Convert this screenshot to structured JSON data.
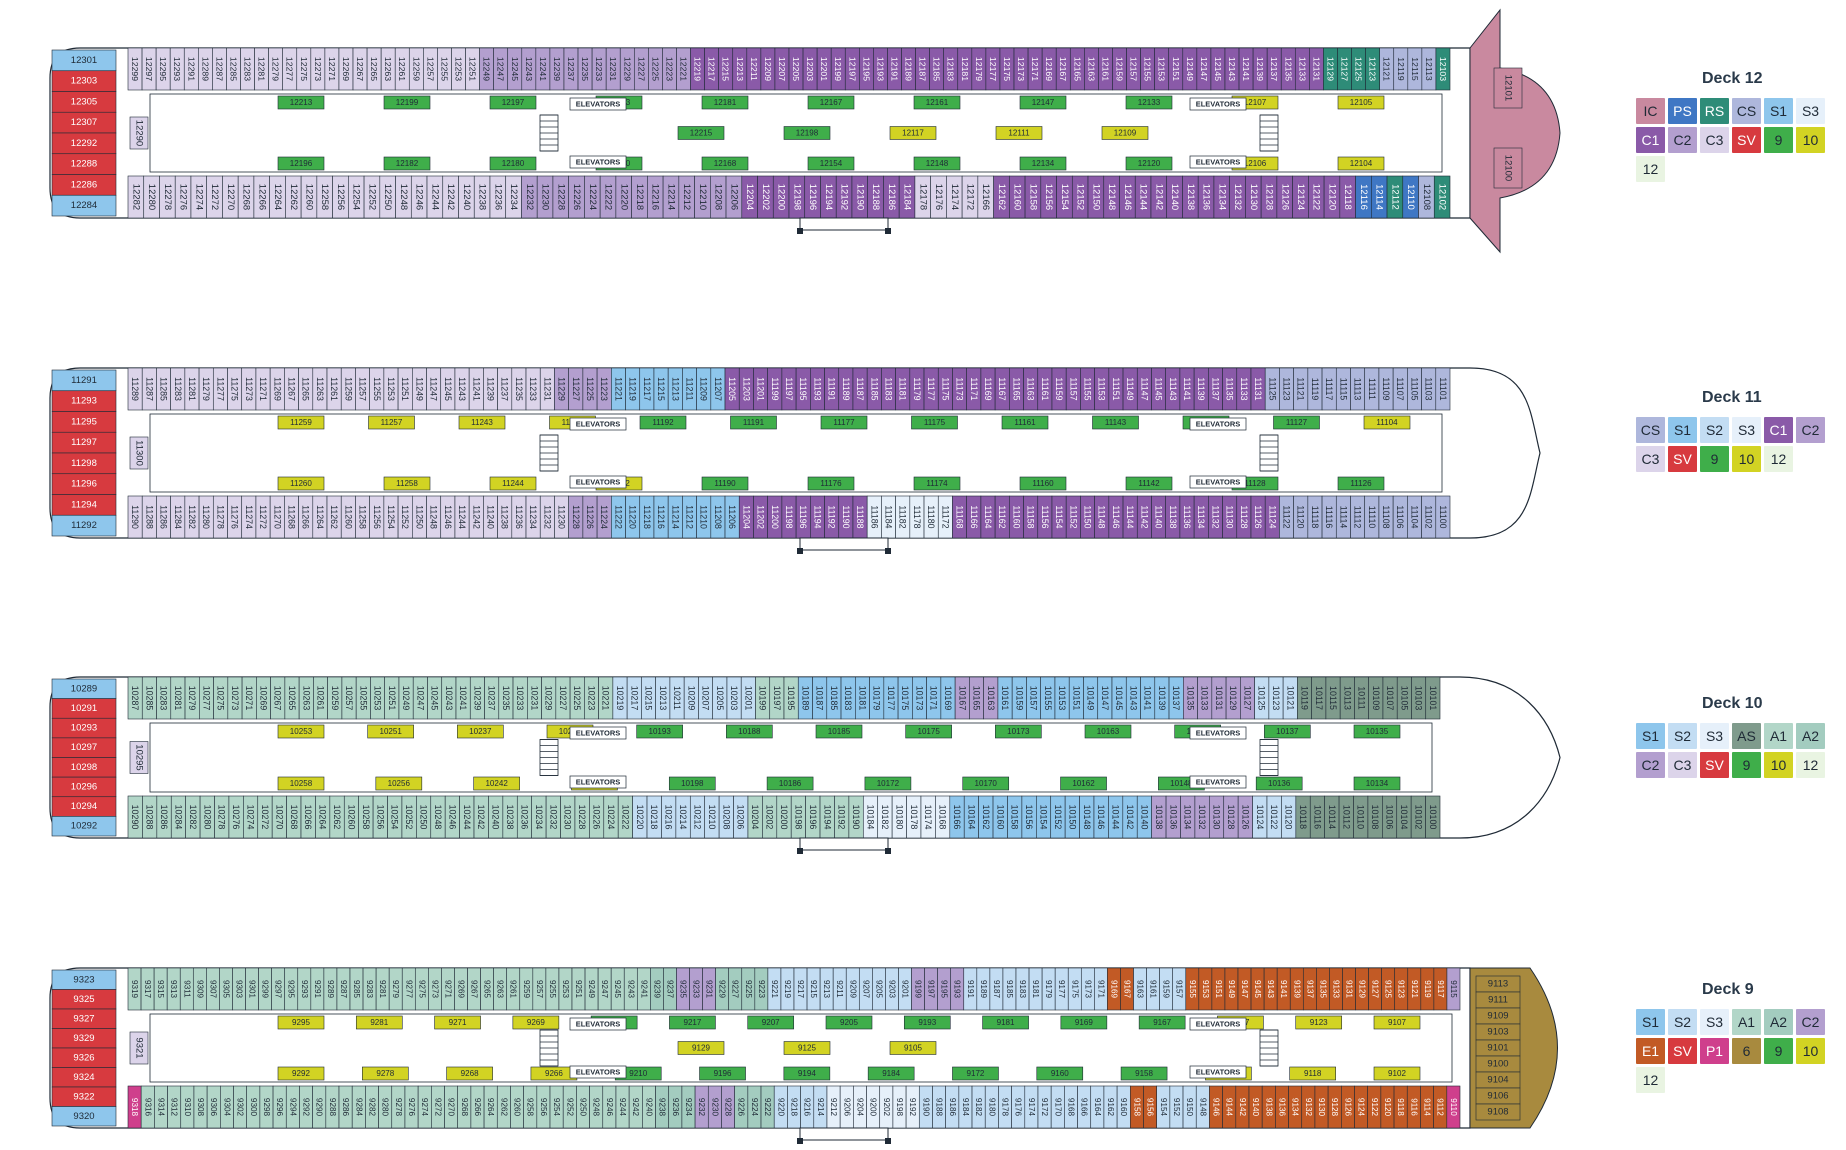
{
  "palette": {
    "IC": "#c9899f",
    "PS": "#3f77c4",
    "RS": "#2e8c78",
    "CS": "#aeb7dc",
    "S1": "#8ec6ec",
    "S2": "#c3ddf3",
    "S3": "#e6f0fa",
    "AS": "#7f9b8c",
    "A1": "#b2d6c8",
    "A2": "#a3ccbf",
    "C1": "#8a5aa8",
    "C2": "#b39fcf",
    "C3": "#dcd4ea",
    "SV": "#d73a3f",
    "P1": "#cf3f8c",
    "E1": "#c25a25",
    "6": "#a88a3e",
    "9": "#3fae4a",
    "10": "#d2d323",
    "12": "#e9f4e2",
    "ink": "#1f2a36",
    "hull": "#ffffff",
    "corridor": "#ffffff"
  },
  "labels": {
    "elevators": "ELEVATORS"
  },
  "decks": [
    {
      "id": "deck12",
      "title": "Deck 12",
      "legend": [
        "IC",
        "PS",
        "RS",
        "CS",
        "S1",
        "S3",
        "C1",
        "C2",
        "C3",
        "SV",
        "9",
        "10",
        "12"
      ],
      "stern": [
        {
          "cat": "S1",
          "label": "12301"
        },
        {
          "cat": "SV",
          "label": "12303"
        },
        {
          "cat": "SV",
          "label": "12305"
        },
        {
          "cat": "SV",
          "label": "12307"
        },
        {
          "cat": "SV",
          "label": "12292"
        },
        {
          "cat": "SV",
          "label": "12288"
        },
        {
          "cat": "SV",
          "label": "12286"
        },
        {
          "cat": "S1",
          "label": "12284"
        }
      ],
      "inner_side_cabin": "12290",
      "top_segments": [
        {
          "cat": "C3",
          "from": 12299,
          "to": 12251,
          "step": 2
        },
        {
          "cat": "C2",
          "from": 12249,
          "to": 12221,
          "step": 2
        },
        {
          "cat": "C1",
          "from": 12219,
          "to": 12131,
          "step": 2
        },
        {
          "cat": "RS",
          "labels": [
            "12129",
            "12127",
            "12125",
            "12123"
          ]
        },
        {
          "cat": "CS",
          "labels": [
            "12121",
            "12119",
            "12115",
            "12113"
          ]
        },
        {
          "cat": "RS",
          "labels": [
            "12103"
          ]
        }
      ],
      "bottom_segments": [
        {
          "cat": "C3",
          "from": 12282,
          "to": 12234,
          "step": 2
        },
        {
          "cat": "C2",
          "from": 12232,
          "to": 12206,
          "step": 2
        },
        {
          "cat": "C1",
          "from": 12204,
          "to": 12184,
          "step": 2
        },
        {
          "cat": "C3",
          "labels": [
            "12178",
            "12176",
            "12174",
            "12172",
            "12166"
          ]
        },
        {
          "cat": "C1",
          "from": 12162,
          "to": 12118,
          "step": 2
        },
        {
          "cat": "PS",
          "labels": [
            "12116",
            "12114"
          ]
        },
        {
          "cat": "RS",
          "labels": [
            "12112"
          ]
        },
        {
          "cat": "PS",
          "labels": [
            "12110"
          ]
        },
        {
          "cat": "CS",
          "labels": [
            "12108"
          ]
        },
        {
          "cat": "RS",
          "labels": [
            "12102"
          ]
        }
      ],
      "inner_upper": [
        {
          "cat": "9",
          "labels": [
            "12213",
            "12199",
            "12197",
            "12183",
            "12181",
            "12167",
            "12161",
            "12147",
            "12133"
          ]
        },
        {
          "cat": "10",
          "labels": [
            "12107",
            "12105"
          ]
        }
      ],
      "inner_mid": [
        {
          "cat": "9",
          "labels": [
            "12215",
            "12198"
          ]
        },
        {
          "cat": "10",
          "labels": [
            "12117",
            "12111",
            "12109"
          ]
        }
      ],
      "inner_lower": [
        {
          "cat": "9",
          "labels": [
            "12196",
            "12182",
            "12180",
            "12170",
            "12168",
            "12154",
            "12148",
            "12134",
            "12120"
          ]
        },
        {
          "cat": "10",
          "labels": [
            "12106",
            "12104"
          ]
        }
      ],
      "bow_cabins": [
        "12101",
        "12100"
      ]
    },
    {
      "id": "deck11",
      "title": "Deck 11",
      "legend": [
        "CS",
        "S1",
        "S2",
        "S3",
        "C1",
        "C2",
        "C3",
        "SV",
        "9",
        "10",
        "12"
      ],
      "stern": [
        {
          "cat": "S1",
          "label": "11291"
        },
        {
          "cat": "SV",
          "label": "11293"
        },
        {
          "cat": "SV",
          "label": "11295"
        },
        {
          "cat": "SV",
          "label": "11297"
        },
        {
          "cat": "SV",
          "label": "11298"
        },
        {
          "cat": "SV",
          "label": "11296"
        },
        {
          "cat": "SV",
          "label": "11294"
        },
        {
          "cat": "S1",
          "label": "11292"
        }
      ],
      "inner_side_cabin": "11300",
      "top_segments": [
        {
          "cat": "C3",
          "from": 11289,
          "to": 11231,
          "step": 2
        },
        {
          "cat": "C2",
          "from": 11229,
          "to": 11223,
          "step": 2
        },
        {
          "cat": "S1",
          "from": 11221,
          "to": 11207,
          "step": 2
        },
        {
          "cat": "C1",
          "from": 11205,
          "to": 11131,
          "step": 2
        },
        {
          "cat": "CS",
          "from": 11125,
          "to": 11101,
          "step": 2
        }
      ],
      "bottom_segments": [
        {
          "cat": "C3",
          "from": 11290,
          "to": 11230,
          "step": 2
        },
        {
          "cat": "C2",
          "from": 11228,
          "to": 11224,
          "step": 2
        },
        {
          "cat": "S1",
          "from": 11222,
          "to": 11206,
          "step": 2
        },
        {
          "cat": "C1",
          "from": 11204,
          "to": 11188,
          "step": 2
        },
        {
          "cat": "S3",
          "labels": [
            "11186",
            "11184",
            "11182",
            "11178",
            "11180",
            "11172"
          ]
        },
        {
          "cat": "C1",
          "from": 11168,
          "to": 11124,
          "step": 2
        },
        {
          "cat": "CS",
          "from": 11122,
          "to": 11100,
          "step": 2
        }
      ],
      "inner_upper": [
        {
          "cat": "10",
          "labels": [
            "11259",
            "11257",
            "11243",
            "11241"
          ]
        },
        {
          "cat": "9",
          "labels": [
            "11192",
            "11191",
            "11177",
            "11175",
            "11161",
            "11143",
            "11129",
            "11127"
          ]
        },
        {
          "cat": "10",
          "labels": [
            "11104"
          ]
        }
      ],
      "inner_lower": [
        {
          "cat": "10",
          "labels": [
            "11260",
            "11258",
            "11244",
            "11242"
          ]
        },
        {
          "cat": "9",
          "labels": [
            "11190",
            "11176",
            "11174",
            "11160",
            "11142",
            "11128",
            "11126"
          ]
        }
      ]
    },
    {
      "id": "deck10",
      "title": "Deck 10",
      "legend": [
        "S1",
        "S2",
        "S3",
        "AS",
        "A1",
        "A2",
        "C2",
        "C3",
        "SV",
        "9",
        "10",
        "12"
      ],
      "stern": [
        {
          "cat": "S1",
          "label": "10289"
        },
        {
          "cat": "SV",
          "label": "10291"
        },
        {
          "cat": "SV",
          "label": "10293"
        },
        {
          "cat": "SV",
          "label": "10297"
        },
        {
          "cat": "SV",
          "label": "10298"
        },
        {
          "cat": "SV",
          "label": "10296"
        },
        {
          "cat": "SV",
          "label": "10294"
        },
        {
          "cat": "S1",
          "label": "10292"
        }
      ],
      "inner_side_cabin": "10295",
      "top_segments": [
        {
          "cat": "A1",
          "from": 10287,
          "to": 10221,
          "step": 2
        },
        {
          "cat": "S2",
          "from": 10219,
          "to": 10201,
          "step": 2
        },
        {
          "cat": "A1",
          "labels": [
            "10199",
            "10197",
            "10195"
          ]
        },
        {
          "cat": "S1",
          "from": 10189,
          "to": 10169,
          "step": 2
        },
        {
          "cat": "C2",
          "labels": [
            "10167",
            "10165",
            "10163"
          ]
        },
        {
          "cat": "S1",
          "from": 10161,
          "to": 10137,
          "step": 2
        },
        {
          "cat": "C2",
          "labels": [
            "10135",
            "10133",
            "10131",
            "10129",
            "10127"
          ]
        },
        {
          "cat": "S2",
          "labels": [
            "10125",
            "10123",
            "10121"
          ]
        },
        {
          "cat": "AS",
          "from": 10119,
          "to": 10101,
          "step": 2
        }
      ],
      "bottom_segments": [
        {
          "cat": "A1",
          "from": 10290,
          "to": 10222,
          "step": 2
        },
        {
          "cat": "S2",
          "from": 10220,
          "to": 10206,
          "step": 2
        },
        {
          "cat": "A1",
          "from": 10204,
          "to": 10190,
          "step": 2
        },
        {
          "cat": "S3",
          "labels": [
            "10184",
            "10182",
            "10180",
            "10178",
            "10174",
            "10168"
          ]
        },
        {
          "cat": "S1",
          "from": 10166,
          "to": 10140,
          "step": 2
        },
        {
          "cat": "C2",
          "labels": [
            "10138",
            "10136",
            "10134",
            "10132",
            "10130",
            "10128",
            "10126"
          ]
        },
        {
          "cat": "S2",
          "labels": [
            "10124",
            "10122",
            "10120"
          ]
        },
        {
          "cat": "AS",
          "from": 10118,
          "to": 10100,
          "step": 2
        }
      ],
      "inner_upper": [
        {
          "cat": "10",
          "labels": [
            "10253",
            "10251",
            "10237",
            "10235"
          ]
        },
        {
          "cat": "9",
          "labels": [
            "10193",
            "10188",
            "10185",
            "10175",
            "10173",
            "10163",
            "10149",
            "10137",
            "10135"
          ]
        }
      ],
      "inner_lower": [
        {
          "cat": "10",
          "labels": [
            "10258",
            "10256",
            "10242",
            "10240"
          ]
        },
        {
          "cat": "9",
          "labels": [
            "10198",
            "10186",
            "10172",
            "10170",
            "10162",
            "10148",
            "10136",
            "10134"
          ]
        }
      ]
    },
    {
      "id": "deck9",
      "title": "Deck 9",
      "legend": [
        "S1",
        "S2",
        "S3",
        "A1",
        "A2",
        "C2",
        "E1",
        "SV",
        "P1",
        "6",
        "9",
        "10",
        "12"
      ],
      "stern": [
        {
          "cat": "S1",
          "label": "9323"
        },
        {
          "cat": "SV",
          "label": "9325"
        },
        {
          "cat": "SV",
          "label": "9327"
        },
        {
          "cat": "SV",
          "label": "9329"
        },
        {
          "cat": "SV",
          "label": "9326"
        },
        {
          "cat": "SV",
          "label": "9324"
        },
        {
          "cat": "SV",
          "label": "9322"
        },
        {
          "cat": "S1",
          "label": "9320"
        }
      ],
      "inner_side_cabin": "9321",
      "top_segments": [
        {
          "cat": "A1",
          "from": 9319,
          "to": 9241,
          "step": 2
        },
        {
          "cat": "A2",
          "labels": [
            "9239",
            "9237"
          ]
        },
        {
          "cat": "C2",
          "labels": [
            "9235",
            "9233",
            "9231"
          ]
        },
        {
          "cat": "A2",
          "from": 9229,
          "to": 9223,
          "step": 2
        },
        {
          "cat": "S2",
          "from": 9221,
          "to": 9201,
          "step": 2
        },
        {
          "cat": "C2",
          "labels": [
            "9199",
            "9197",
            "9195",
            "9193"
          ]
        },
        {
          "cat": "S2",
          "from": 9191,
          "to": 9171,
          "step": 2
        },
        {
          "cat": "E1",
          "labels": [
            "9169",
            "9167"
          ]
        },
        {
          "cat": "S2",
          "labels": [
            "9163",
            "9161",
            "9159",
            "9157"
          ]
        },
        {
          "cat": "E1",
          "from": 9155,
          "to": 9117,
          "step": 2
        },
        {
          "cat": "C2",
          "labels": [
            "9115"
          ]
        }
      ],
      "bottom_segments": [
        {
          "cat": "P1",
          "labels": [
            "9318"
          ]
        },
        {
          "cat": "A1",
          "from": 9316,
          "to": 9240,
          "step": 2
        },
        {
          "cat": "A2",
          "labels": [
            "9238",
            "9236",
            "9234"
          ]
        },
        {
          "cat": "C2",
          "labels": [
            "9232",
            "9230",
            "9228"
          ]
        },
        {
          "cat": "A2",
          "labels": [
            "9226",
            "9224",
            "9222"
          ]
        },
        {
          "cat": "S2",
          "labels": [
            "9220",
            "9218",
            "9216",
            "9214"
          ]
        },
        {
          "cat": "S3",
          "labels": [
            "9212",
            "9206",
            "9204",
            "9200",
            "9202",
            "9198",
            "9192"
          ]
        },
        {
          "cat": "S2",
          "from": 9190,
          "to": 9160,
          "step": 2
        },
        {
          "cat": "E1",
          "labels": [
            "9158",
            "9156"
          ]
        },
        {
          "cat": "S2",
          "labels": [
            "9154",
            "9152",
            "9150",
            "9148"
          ]
        },
        {
          "cat": "E1",
          "from": 9146,
          "to": 9112,
          "step": 2
        },
        {
          "cat": "P1",
          "labels": [
            "9110"
          ]
        }
      ],
      "inner_upper": [
        {
          "cat": "10",
          "labels": [
            "9295",
            "9281",
            "9271",
            "9269"
          ]
        },
        {
          "cat": "9",
          "labels": [
            "9212",
            "9217",
            "9207",
            "9205",
            "9193",
            "9181",
            "9169",
            "9167"
          ]
        },
        {
          "cat": "10",
          "labels": [
            "9127",
            "9123",
            "9107"
          ]
        }
      ],
      "inner_mid": [
        {
          "cat": "10",
          "labels": [
            "9129",
            "9125",
            "9105"
          ]
        }
      ],
      "inner_lower": [
        {
          "cat": "10",
          "labels": [
            "9292",
            "9278",
            "9268",
            "9266"
          ]
        },
        {
          "cat": "9",
          "labels": [
            "9210",
            "9196",
            "9194",
            "9184",
            "9172",
            "9160",
            "9158"
          ]
        },
        {
          "cat": "10",
          "labels": [
            "9120",
            "9118",
            "9102"
          ]
        }
      ],
      "bow_cabins": [
        "9113",
        "9111",
        "9109",
        "9103",
        "9101",
        "9100",
        "9104",
        "9106",
        "9108"
      ]
    }
  ]
}
